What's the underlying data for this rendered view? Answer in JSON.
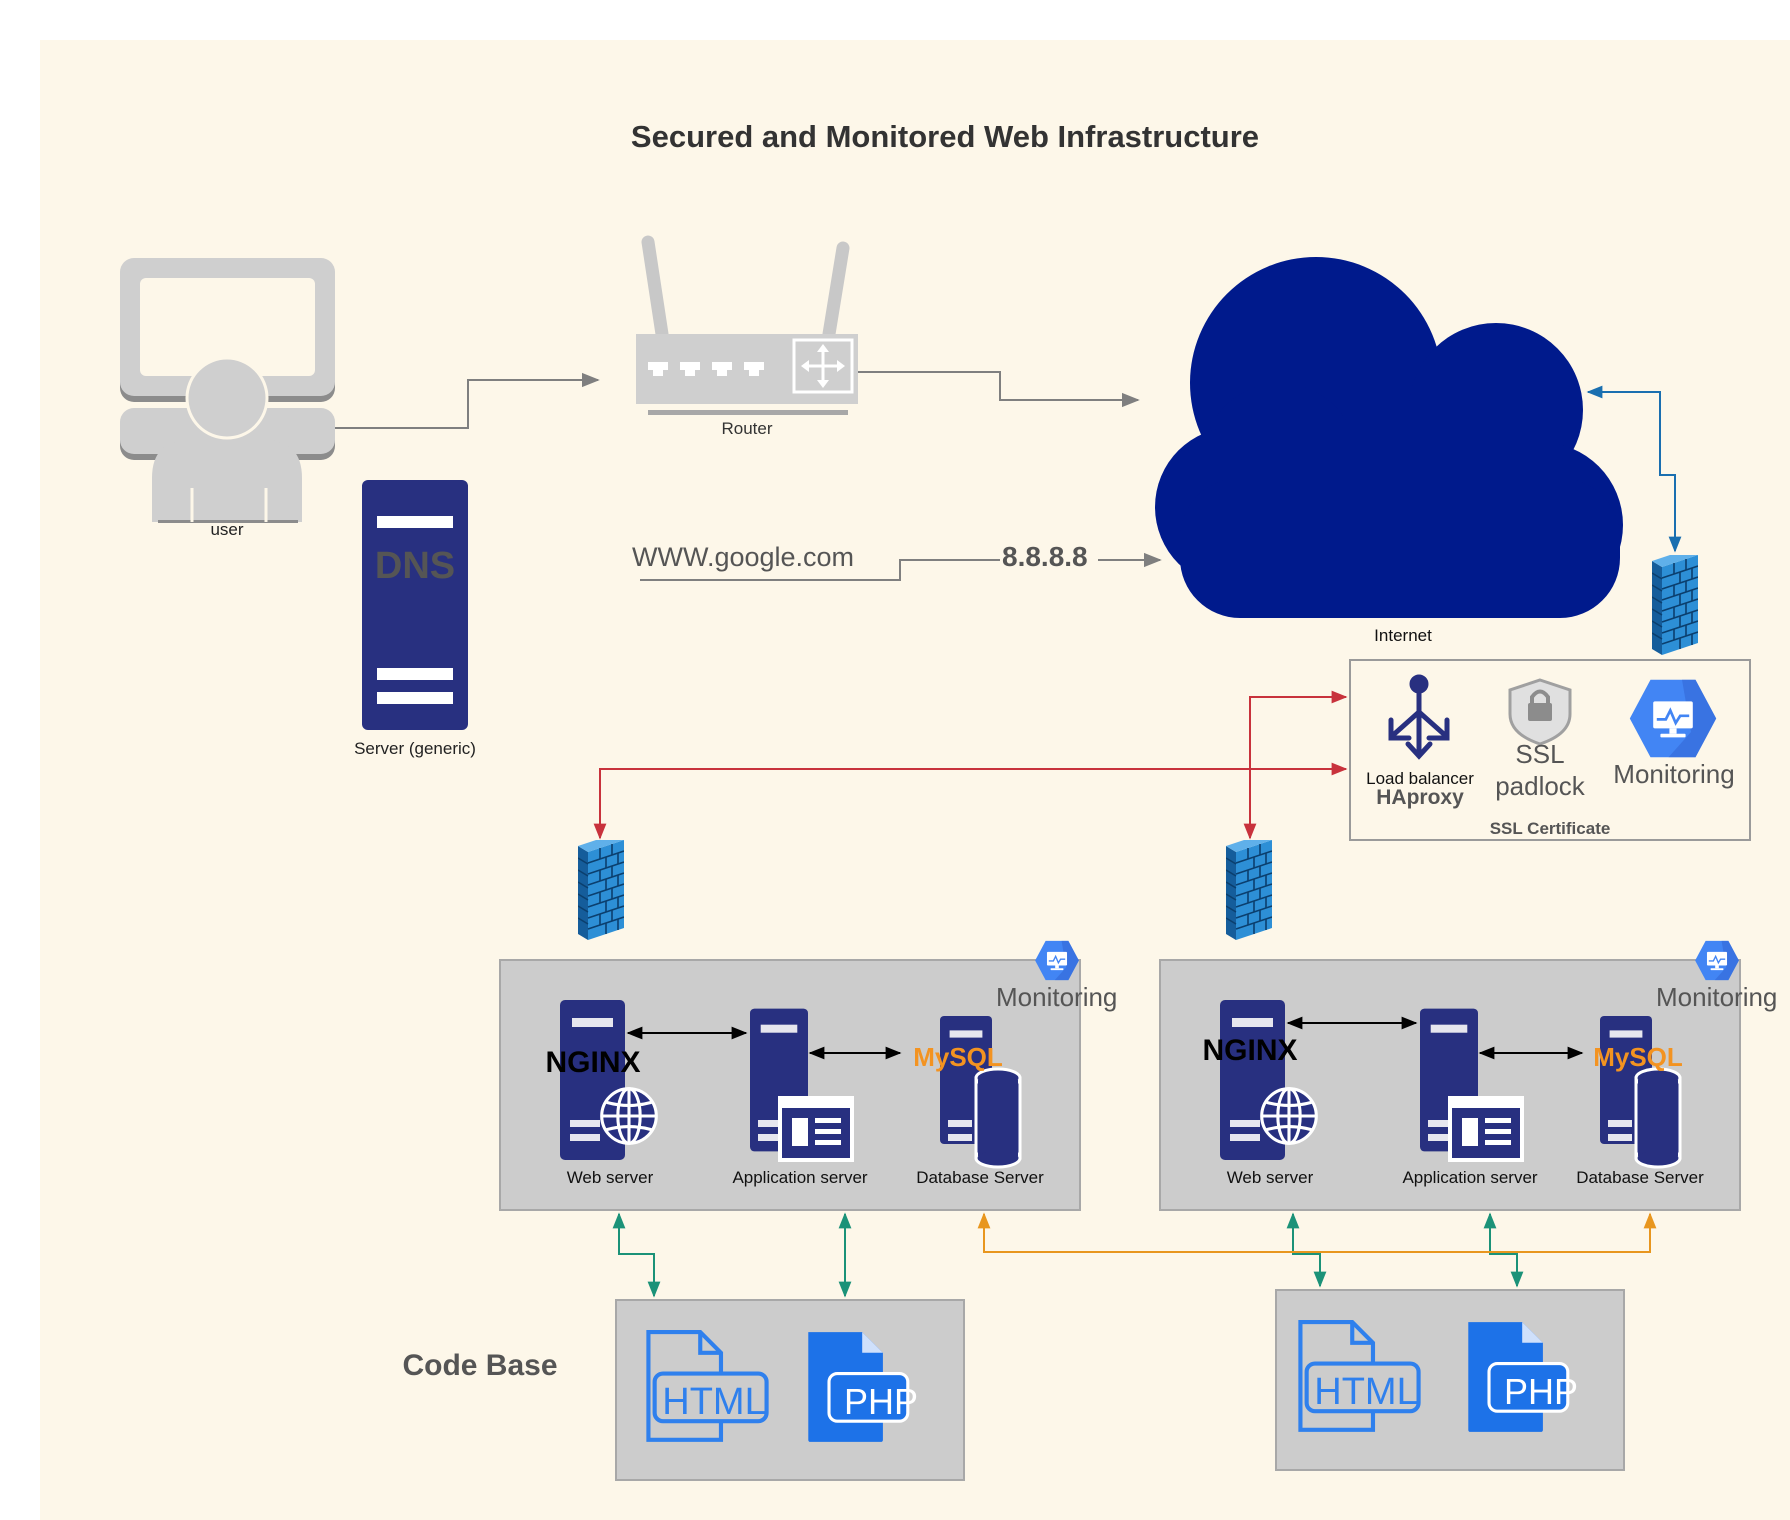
{
  "title": "Secured and Monitored Web Infrastructure",
  "nodes": {
    "user_label": "user",
    "router_label": "Router",
    "dns_text": "DNS",
    "dns_server_label": "Server (generic)",
    "domain_text": "WWW.google.com",
    "ip_text": "8.8.8.8",
    "internet_label": "Internet",
    "lb_label": "Load balancer",
    "lb_sub": "HAproxy",
    "ssl_line1": "SSL",
    "ssl_line2": "padlock",
    "lb_monitoring_label": "Monitoring",
    "ssl_certificate_label": "SSL Certificate",
    "code_base_label": "Code Base"
  },
  "clusters": [
    {
      "monitoring_label": "Monitoring",
      "nginx_text": "NGINX",
      "mysql_text": "MySQL",
      "web_label": "Web server",
      "app_label": "Application server",
      "db_label": "Database Server",
      "html_text": "HTML",
      "php_text": "PHP"
    },
    {
      "monitoring_label": "Monitoring",
      "nginx_text": "NGINX",
      "mysql_text": "MySQL",
      "web_label": "Web server",
      "app_label": "Application server",
      "db_label": "Database Server",
      "html_text": "HTML",
      "php_text": "PHP"
    }
  ],
  "colors": {
    "background": "#fdf7e9",
    "server_navy": "#283080",
    "cloud": "#001a8c",
    "firewall": "#1c78c0",
    "google_blue": "#4285f4",
    "cluster_fill": "#cccccc",
    "red_link": "#c8323c",
    "blue_link": "#1a6fb0",
    "green_link": "#1b9278",
    "orange_link": "#e8961e",
    "gray_link": "#7f7f7f",
    "mysql_orange": "#f39321"
  }
}
